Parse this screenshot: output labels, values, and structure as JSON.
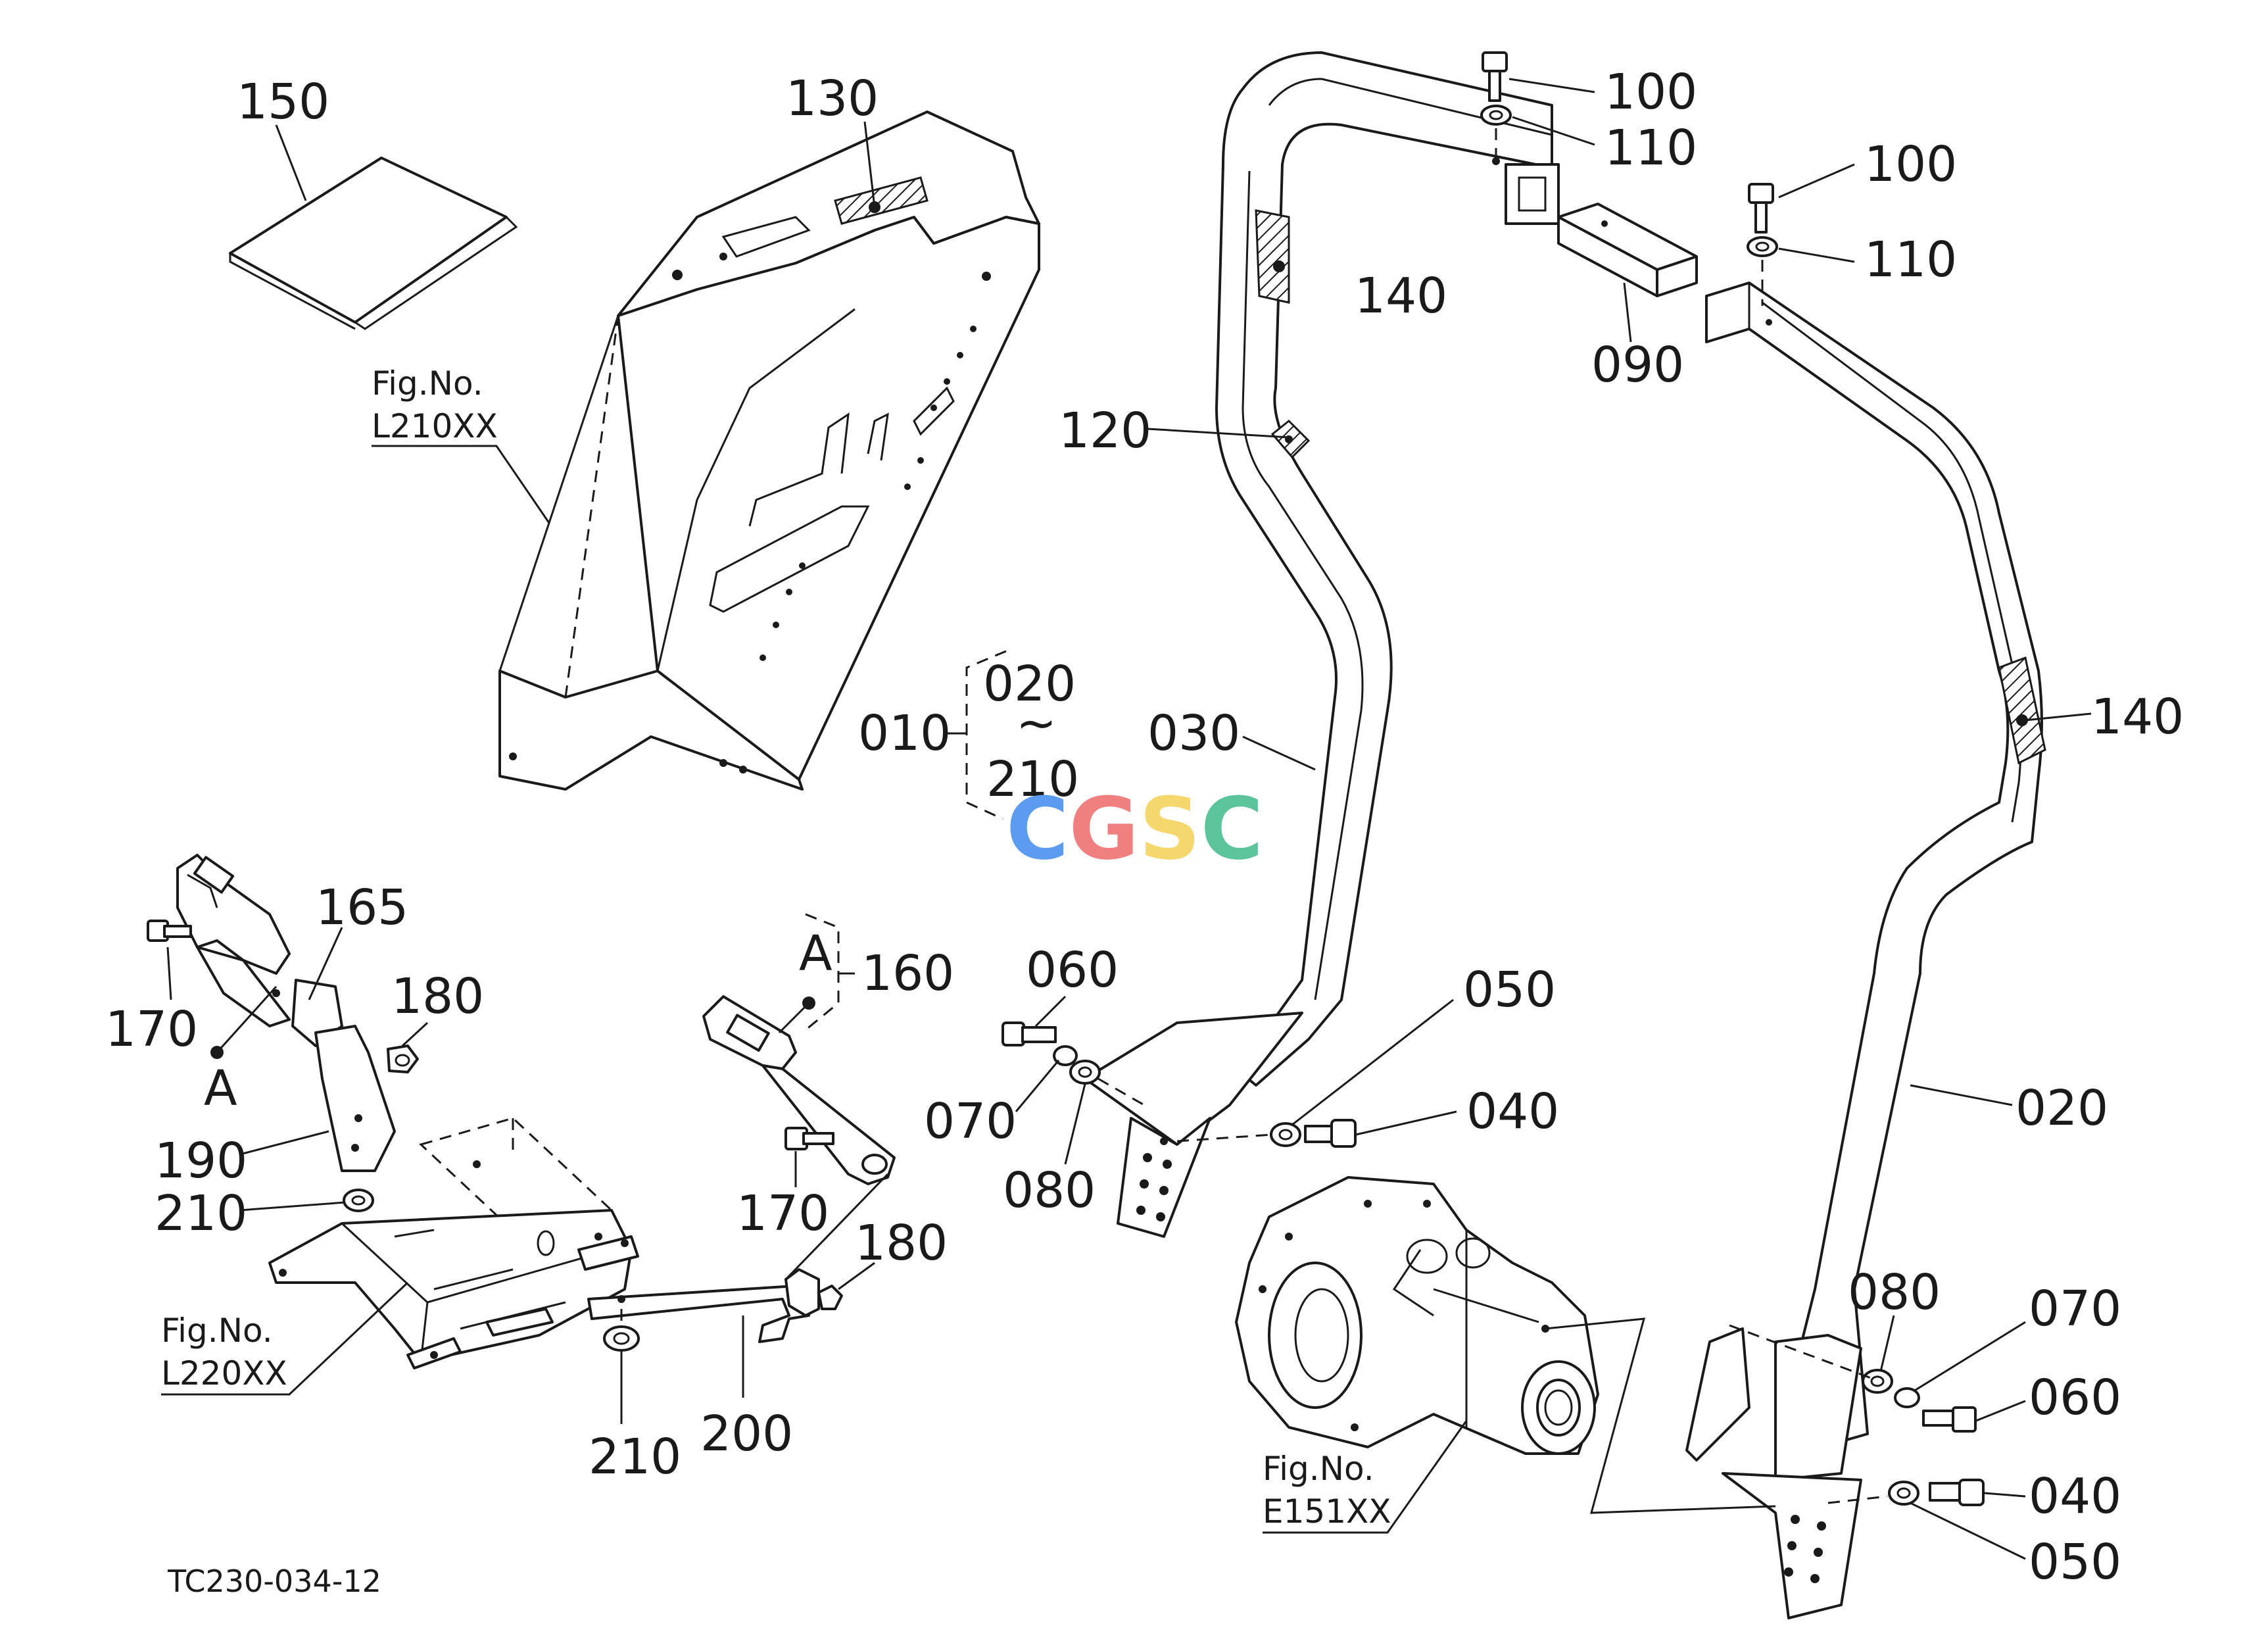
{
  "diagram": {
    "code": "TC230-034-12",
    "watermark": "CGSC",
    "watermark_colors": [
      "#5b9bf0",
      "#f08080",
      "#f5d76e",
      "#5cc49b"
    ],
    "fig_refs": [
      {
        "line1": "Fig.No.",
        "line2": "L210XX"
      },
      {
        "line1": "Fig.No.",
        "line2": "L220XX"
      },
      {
        "line1": "Fig.No.",
        "line2": "E151XX"
      }
    ],
    "range_label": {
      "from": "020",
      "tilde": "~",
      "to": "210",
      "group": "010"
    },
    "detail_marker": "A",
    "callouts": {
      "c150": "150",
      "c130": "130",
      "c140a": "140",
      "c140b": "140",
      "c100a": "100",
      "c110a": "110",
      "c100b": "100",
      "c110b": "110",
      "c090": "090",
      "c120": "120",
      "c030": "030",
      "c020": "020",
      "c060a": "060",
      "c070a": "070",
      "c080a": "080",
      "c050a": "050",
      "c040a": "040",
      "c080b": "080",
      "c070b": "070",
      "c060b": "060",
      "c040b": "040",
      "c050b": "050",
      "c165": "165",
      "c170a": "170",
      "c180a": "180",
      "c190": "190",
      "c210a": "210",
      "c160": "160",
      "c170b": "170",
      "c180b": "180",
      "c210b": "210",
      "c200": "200"
    }
  }
}
